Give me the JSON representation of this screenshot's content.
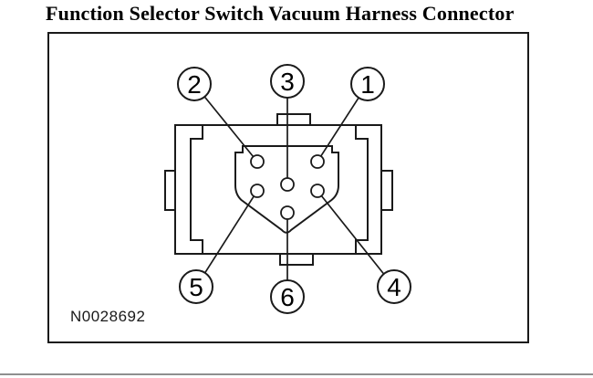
{
  "page": {
    "title": "Function Selector Switch Vacuum Harness Connector"
  },
  "diagram": {
    "reference_code": "N0028692",
    "callouts": {
      "c1": {
        "label": "1"
      },
      "c2": {
        "label": "2"
      },
      "c3": {
        "label": "3"
      },
      "c4": {
        "label": "4"
      },
      "c5": {
        "label": "5"
      },
      "c6": {
        "label": "6"
      }
    }
  },
  "colors": {
    "background": "#ffffff",
    "diagram_line": "#1a1a1a",
    "bottom_divider": "#8f8f8f"
  }
}
